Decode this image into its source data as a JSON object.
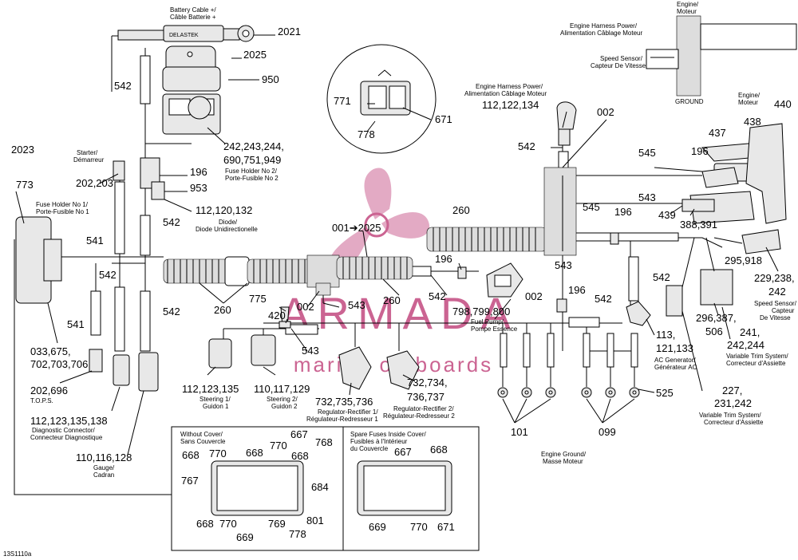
{
  "callouts": {
    "c2021": "2021",
    "c2025": "2025",
    "c950": "950",
    "c542": "542",
    "c242": "242,243,244,",
    "c690": "690,751,949",
    "c196": "196",
    "c953": "953",
    "c112a": "112,120,132",
    "c202": "202,203",
    "c541": "541",
    "c2023": "2023",
    "c773": "773",
    "c033": "033,675,",
    "c702": "702,703,706",
    "c202696": "202,696",
    "c112b": "112,123,135,138",
    "c110a": "110,116,128",
    "c771": "771",
    "c778": "778",
    "c671": "671",
    "c112c": "112,122,134",
    "c002": "002",
    "c440": "440",
    "c438": "438",
    "c437": "437",
    "c545": "545",
    "c543": "543",
    "c439": "439",
    "c388": "388,391",
    "c295": "295,918",
    "c229": "229,238,",
    "c242b": "242",
    "c296": "296,387,",
    "c506": "506",
    "c241": "241,",
    "c242c": "242,244",
    "c113": "113,",
    "c121": "121,133",
    "c227": "227,",
    "c231": "231,242",
    "c525": "525",
    "c101": "101",
    "c099": "099",
    "c001": "001➔2025",
    "c260": "260",
    "c775": "775",
    "c420": "420",
    "c798": "798,799,800",
    "c112d": "112,123,135",
    "c110b": "110,117,129",
    "c732a": "732,735,736",
    "c732b": "732,734,",
    "c736": "736,737",
    "c667": "667",
    "c668": "668",
    "c770": "770",
    "c768": "768",
    "c767": "767",
    "c684": "684",
    "c801": "801",
    "c769": "769",
    "c669": "669"
  },
  "labels": {
    "battery1": "Battery Cable +/",
    "battery2": "Câble Batterie +",
    "delastek": "DELASTEK",
    "fuse2a": "Fuse Holder No 2/",
    "fuse2b": "Porte-Fusible No 2",
    "diode1": "Diode/",
    "diode2": "Diode Unidirectionelle",
    "starter1": "Starter/",
    "starter2": "Démarreur",
    "fuse1a": "Fuse Holder No 1/",
    "fuse1b": "Porte-Fusible No 1",
    "tops": "T.O.P.S.",
    "diag1": "Diagnostic Connector/",
    "diag2": "Connecteur Diagnostique",
    "gauge1": "Gauge/",
    "gauge2": "Cadran",
    "eng1": "Engine/",
    "eng2": "Moteur",
    "ehp1": "Engine Harness Power/",
    "ehp2": "Alimentation Câblage Moteur",
    "speed1": "Speed Sensor/",
    "speed2": "Capteur De Vitesse",
    "ground": "GROUND",
    "ehp3": "Engine Harness Power/",
    "ehp4": "Alimentation Câblage Moteur",
    "eng3": "Engine/",
    "eng4": "Moteur",
    "fuel1": "Fuel Pump/",
    "fuel2": "Pompe Essence",
    "ss1": "Speed Sensor/",
    "ss2": "Capteur",
    "ss3": "De Vitesse",
    "vt1": "Variable Trim System/",
    "vt2": "Correcteur d'Assiette",
    "ac1": "AC Generator/",
    "ac2": "Générateur AC",
    "vt3": "Variable Trim System/",
    "vt4": "Correcteur d'Assiette",
    "eg1": "Engine Ground/",
    "eg2": "Masse Moteur",
    "st1a": "Steering 1/",
    "st1b": "Guidon 1",
    "st2a": "Steering 2/",
    "st2b": "Guidon 2",
    "rr1a": "Regulator-Rectifier 1/",
    "rr1b": "Régulateur-Redresseur 1",
    "rr2a": "Regulator-Rectifier 2/",
    "rr2b": "Régulateur-Redresseur 2",
    "wc1": "Without Cover/",
    "wc2": "Sans Couvercle",
    "sf1": "Spare Fuses Inside Cover/",
    "sf2": "Fusibles à l'Intérieur",
    "sf3": "du Couvercle",
    "ref": "13S1110a"
  },
  "watermark": {
    "brand": "ARMADA",
    "tagline": "marine outboards",
    "color": "#c2497f"
  }
}
